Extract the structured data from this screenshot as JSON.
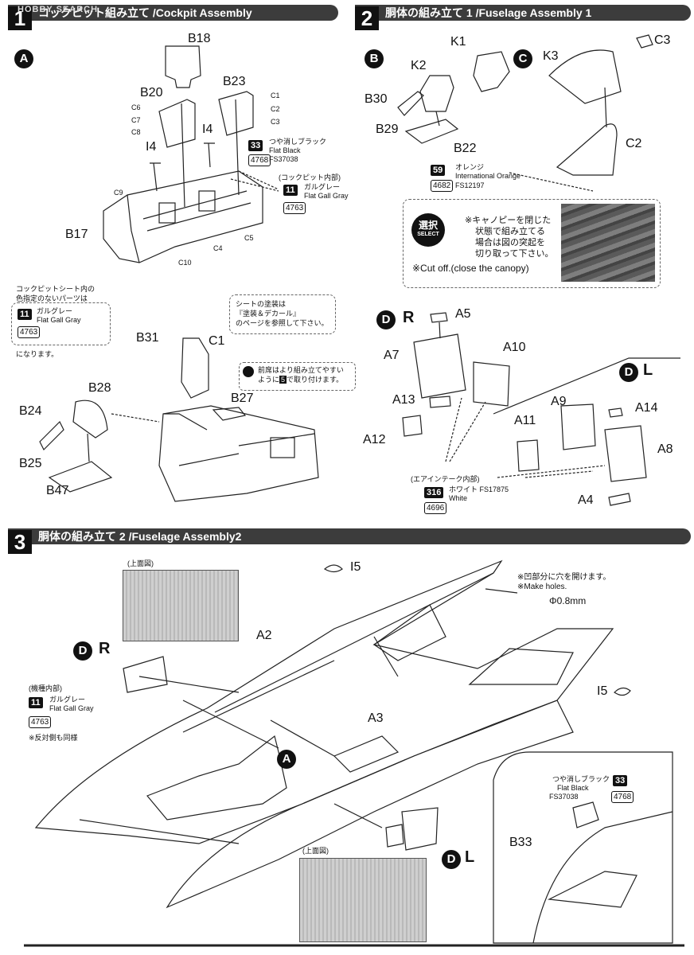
{
  "step1": {
    "num": "1",
    "title": "コックピット組み立て /Cockpit Assembly",
    "sub_a": "A",
    "parts": {
      "b18": "B18",
      "b20": "B20",
      "b23": "B23",
      "i4l": "I4",
      "i4r": "I4",
      "b17": "B17",
      "c1": "C1",
      "c2": "C2",
      "c3": "C3",
      "c4": "C4",
      "c5": "C5",
      "c6": "C6",
      "c7": "C7",
      "c8": "C8",
      "c9": "C9",
      "c10": "C10"
    },
    "paint_flat_black": {
      "num": "33",
      "ja": "つや消しブラック",
      "en": "Flat Black",
      "fs": "FS37038",
      "code": "4768"
    },
    "paint_gall_gray": {
      "label": "(コックピット内部)",
      "num": "11",
      "ja": "ガルグレー",
      "en": "Flat Gall Gray",
      "code": "4763"
    },
    "seat_note": {
      "ja1": "コックピットシート内の",
      "ja2": "色指定のないパーツは",
      "num": "11",
      "name_ja": "ガルグレー",
      "name_en": "Flat Gall Gray",
      "code": "4763",
      "end": "になります。"
    },
    "seat_paint_note": {
      "l1": "シートの塗装は",
      "l2": "『塗装＆デカール』",
      "l3": "のページを参照して下さい。"
    },
    "front_note": {
      "l1": "前席はより組み立てやすい",
      "l2": "ように",
      "num": "5",
      "l3": "で取り付けます。"
    },
    "parts2": {
      "b31": "B31",
      "c1b": "C1",
      "b28": "B28",
      "b24": "B24",
      "b25": "B25",
      "b47": "B47",
      "b27": "B27"
    }
  },
  "step2": {
    "num": "2",
    "title": "胴体の組み立て 1  /Fuselage Assembly 1",
    "sub_b": "B",
    "sub_c": "C",
    "parts": {
      "k1": "K1",
      "k2": "K2",
      "k3": "K3",
      "b30": "B30",
      "b29": "B29",
      "b22": "B22",
      "c3": "C3",
      "c2": "C2"
    },
    "paint_orange": {
      "num": "59",
      "ja": "オレンジ",
      "en": "International Orange",
      "fs": "FS12197",
      "code": "4682"
    },
    "select": {
      "badge_ja": "選択",
      "badge_en": "SELECT",
      "l1": "※キャノピーを閉じた",
      "l2": "状態で組み立てる",
      "l3": "場合は図の突起を",
      "l4": "切り取って下さい。",
      "en": "※Cut off.(close the canopy)"
    },
    "sub_dr": "D",
    "sub_dr_side": "R",
    "sub_dl": "D",
    "sub_dl_side": "L",
    "parts_d": {
      "a5": "A5",
      "a7": "A7",
      "a10": "A10",
      "a13": "A13",
      "a12": "A12",
      "a11": "A11",
      "a9": "A9",
      "a14": "A14",
      "a8": "A8",
      "a4": "A4"
    },
    "paint_white": {
      "label": "(エアインテーク内部)",
      "num": "316",
      "ja": "ホワイト",
      "fs": "FS17875",
      "en": "White",
      "code": "4696"
    }
  },
  "step3": {
    "num": "3",
    "title": "胴体の組み立て 2  /Fuselage Assembly2",
    "top_view": "(上面図)",
    "top_view2": "(上面図)",
    "parts": {
      "a2": "A2",
      "a3": "A3",
      "i5a": "I5",
      "i5b": "I5",
      "b33": "B33"
    },
    "sub_dr": "D",
    "sub_dr_side": "R",
    "sub_a": "A",
    "sub_dl": "D",
    "sub_dl_side": "L",
    "holes": {
      "ja": "※凹部分に穴を開けます。",
      "en": "※Make holes.",
      "size": "Φ0.8mm"
    },
    "paint_interior": {
      "label": "(機種内部)",
      "num": "11",
      "ja": "ガルグレー",
      "en": "Flat Gall Gray",
      "code": "4763",
      "note": "※反対側も同様"
    },
    "paint_black2": {
      "ja": "つや消しブラック",
      "en": "Flat Black",
      "fs": "FS37038",
      "num": "33",
      "code": "4768"
    }
  },
  "watermark": "HOBBY SEARCH"
}
